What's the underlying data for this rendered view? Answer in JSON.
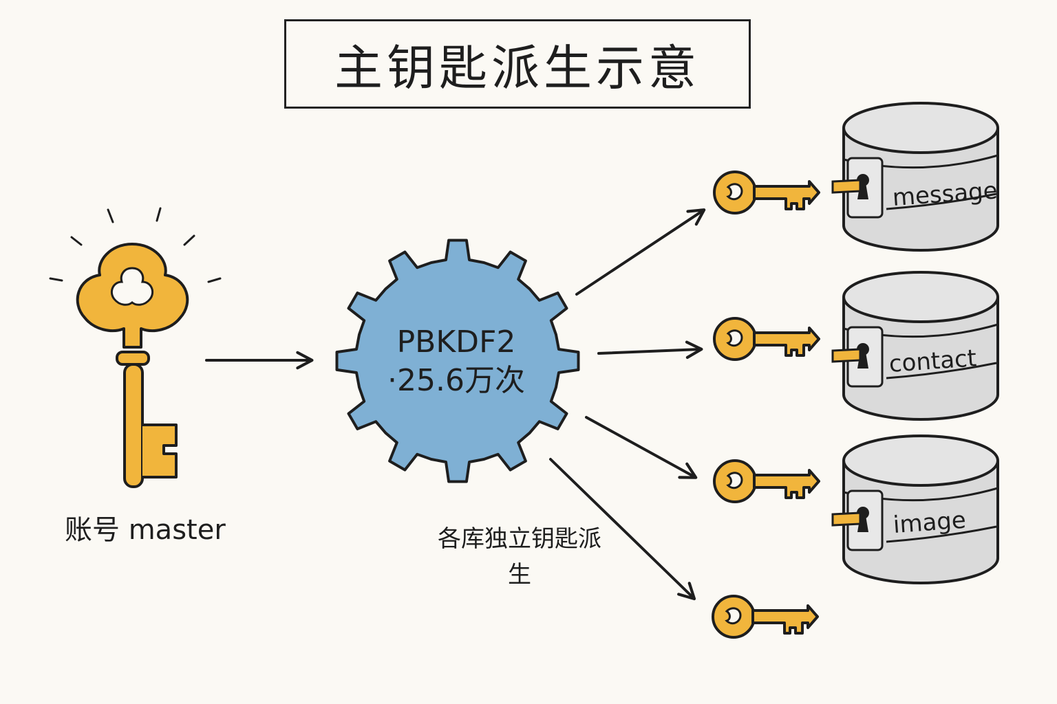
{
  "title": "主钥匙派生示意",
  "master": {
    "label": "账号 master"
  },
  "kdf": {
    "line1": "PBKDF2",
    "line2": "·25.6万次"
  },
  "note": "各库独立钥匙派生",
  "databases": [
    {
      "name": "message"
    },
    {
      "name": "contact"
    },
    {
      "name": "image"
    }
  ],
  "colors": {
    "key_gold": "#f1b53c",
    "gear_blue": "#7fb0d4",
    "db_gray": "#dadada",
    "ink": "#1e1e1e",
    "background": "#fbf9f4"
  }
}
